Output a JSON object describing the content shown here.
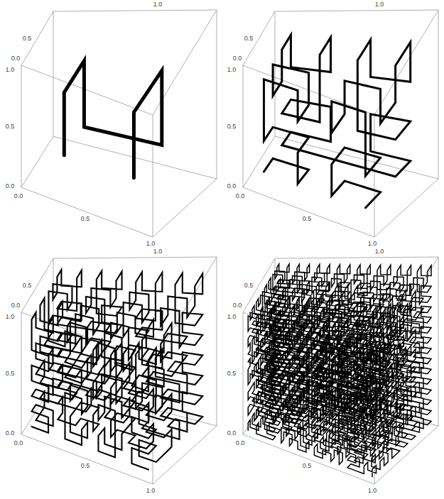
{
  "diagram": {
    "labels": [
      "1.0",
      "0.5",
      "0.0",
      "1.0",
      "0.5",
      "0.0",
      "0.0",
      "0.5",
      "1.0",
      "1.0",
      "0.5",
      "0.0",
      "1.0",
      "0.5",
      "0.0",
      "0.0",
      "0.5",
      "1.0",
      "1.0",
      "0.5",
      "0.0",
      "1.0",
      "0.5",
      "0.0",
      "0.0",
      "0.5",
      "1.0",
      "1.0",
      "0.5",
      "0.0",
      "1.0",
      "0.5",
      "0.0",
      "0.0",
      "0.5",
      "1.0"
    ]
  }
}
